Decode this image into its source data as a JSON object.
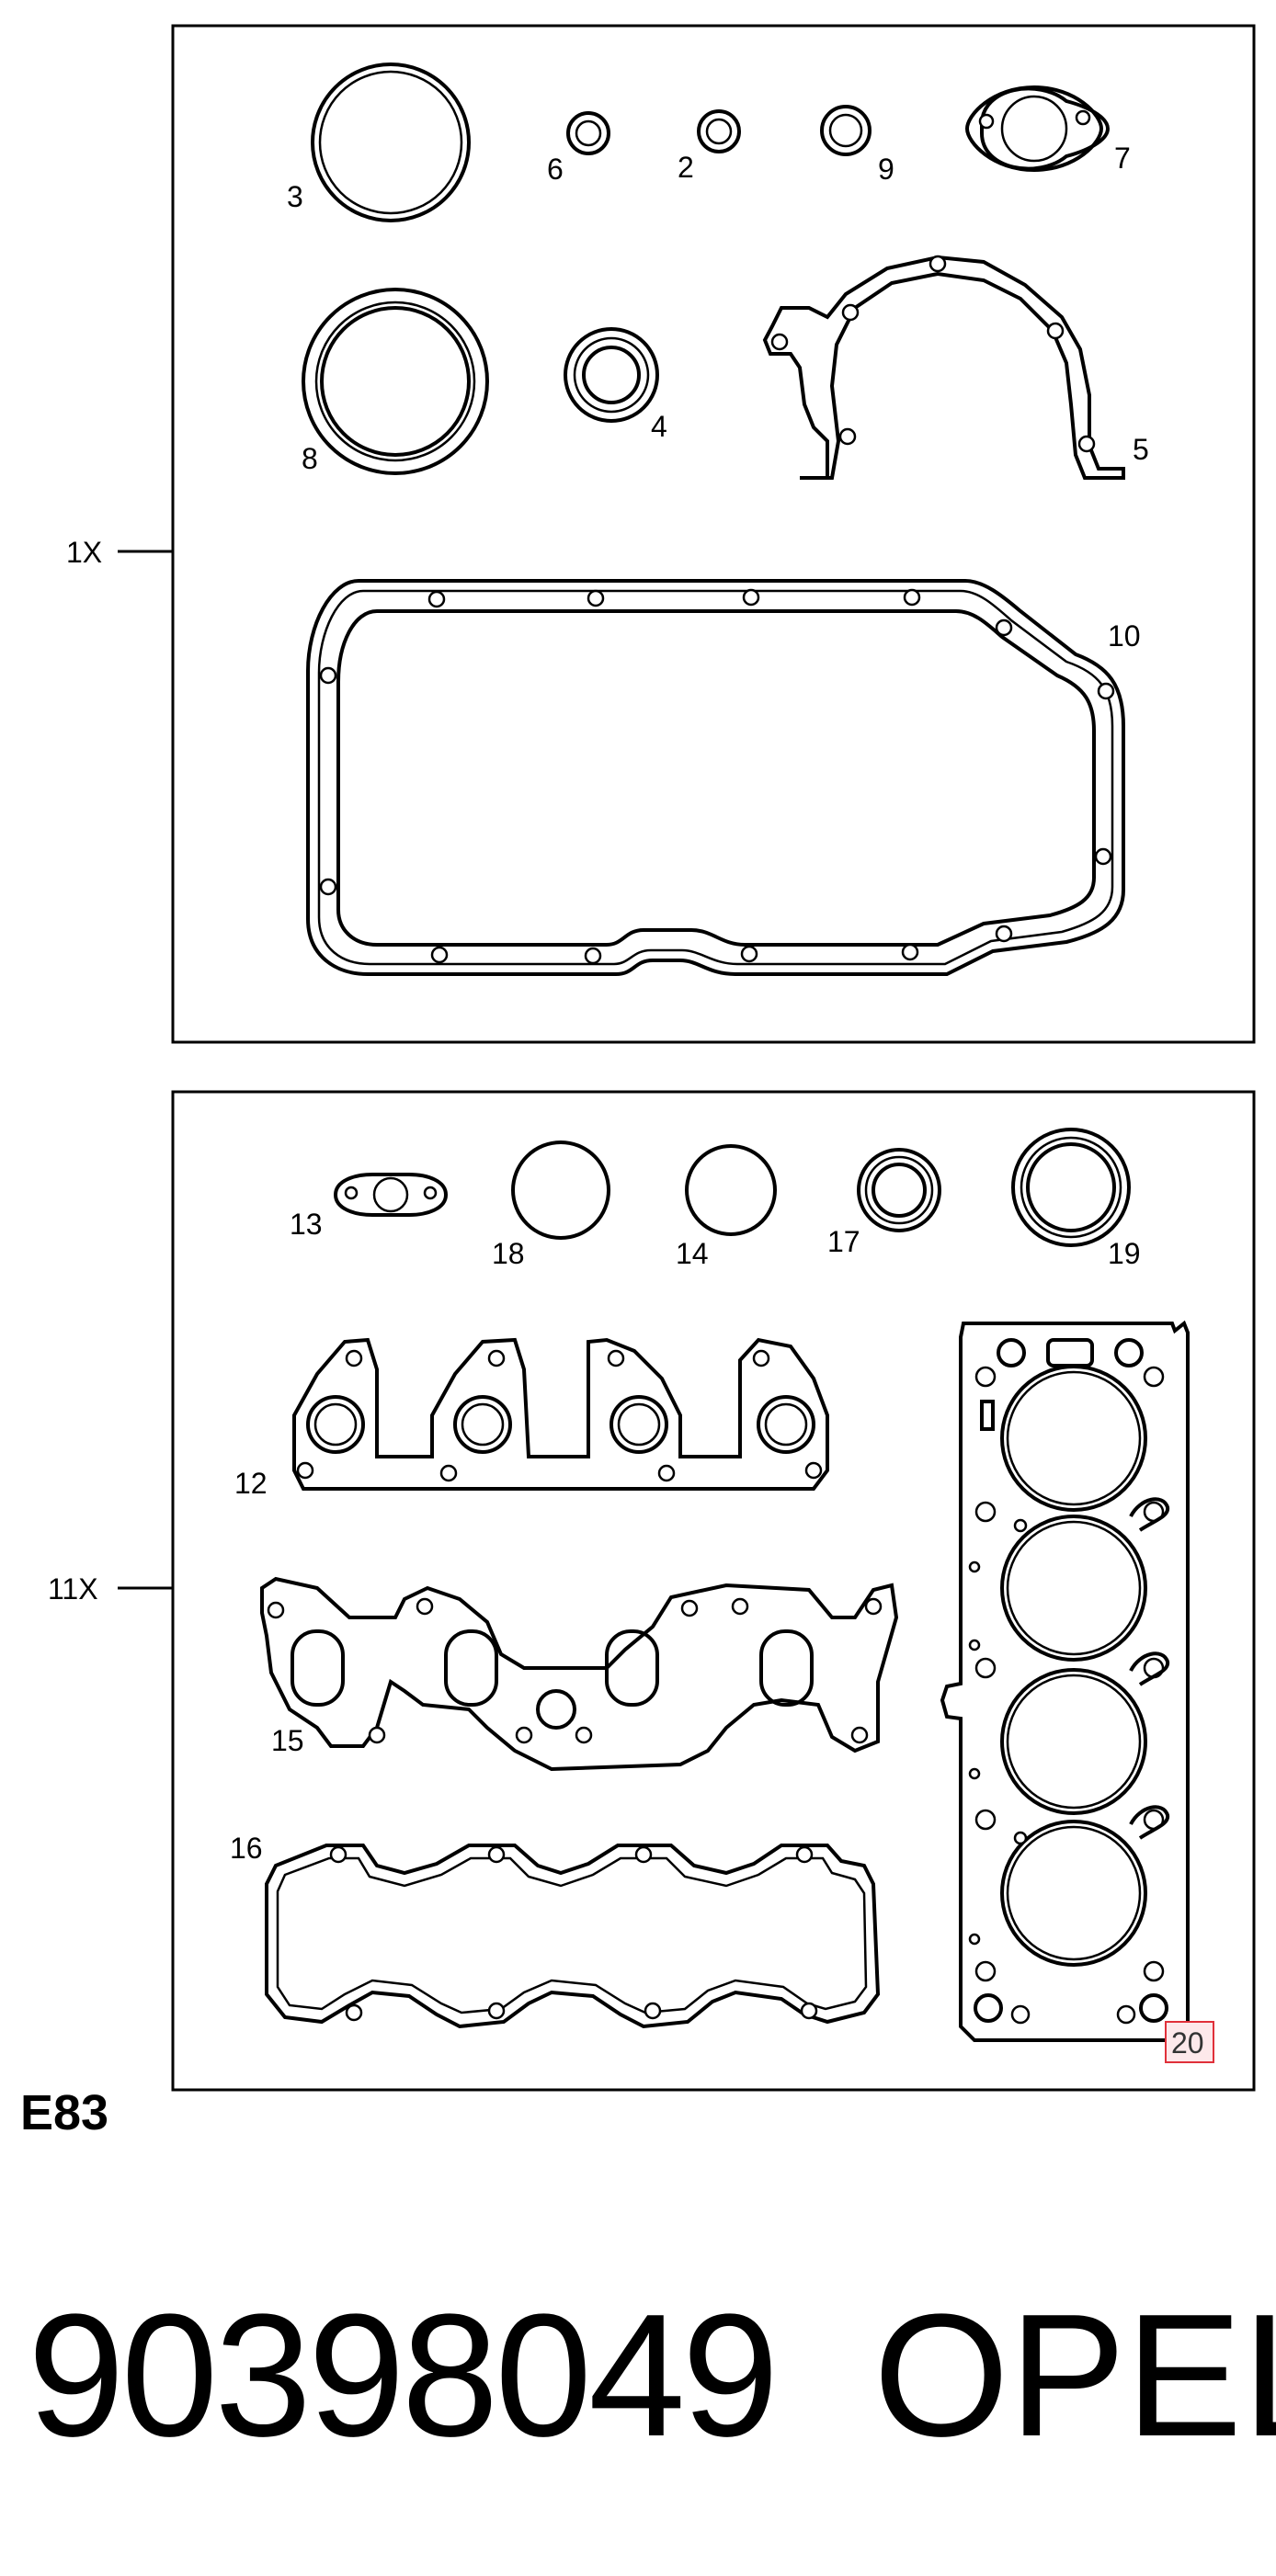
{
  "sets": [
    {
      "qty": "1X",
      "parts": [
        "3",
        "6",
        "2",
        "9",
        "7",
        "8",
        "4",
        "5",
        "10"
      ]
    },
    {
      "qty": "11X",
      "parts": [
        "13",
        "18",
        "14",
        "17",
        "19",
        "12",
        "15",
        "16",
        "20"
      ]
    }
  ],
  "labels": {
    "p3": "3",
    "p6": "6",
    "p2": "2",
    "p9": "9",
    "p7": "7",
    "p8": "8",
    "p4": "4",
    "p5": "5",
    "p10": "10",
    "p13": "13",
    "p18": "18",
    "p14": "14",
    "p17": "17",
    "p19": "19",
    "p12": "12",
    "p15": "15",
    "p16": "16",
    "p20": "20"
  },
  "diagram_code": "E83",
  "part_number": "90398049",
  "brand": "OPEL",
  "colors": {
    "highlight_box": "#e0303a",
    "highlight_fill": "#fde8ea"
  }
}
